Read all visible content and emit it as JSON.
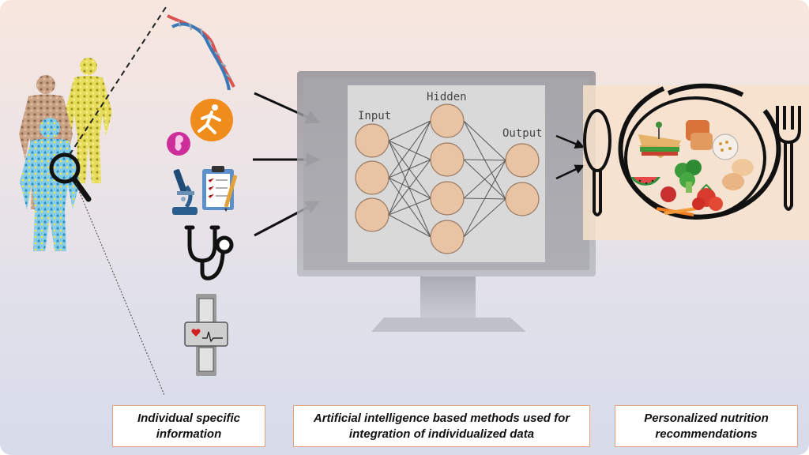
{
  "network": {
    "input_label": "Input",
    "hidden_label": "Hidden",
    "output_label": "Output",
    "input_nodes": 3,
    "hidden_nodes": 4,
    "output_nodes": 2
  },
  "captions": {
    "left_line1": "Individual specific",
    "left_line2": "information",
    "middle_line1": "Artificial intelligence based methods used for",
    "middle_line2": "integration of individualized data",
    "right_line1": "Personalized nutrition",
    "right_line2": "recommendations"
  },
  "colors": {
    "node_fill": "#e8c4a5",
    "node_stroke": "#9a7b63",
    "caption_border": "#e3a27b",
    "accent_orange": "#f08c1c",
    "accent_magenta": "#cc2f9a"
  },
  "icons": [
    "human-silhouettes-icon",
    "magnifier-icon",
    "dna-icon",
    "running-icon",
    "fetus-icon",
    "microscope-icon",
    "clipboard-icon",
    "stethoscope-icon",
    "wearable-monitor-icon",
    "monitor-icon",
    "spoon-icon",
    "plate-icon",
    "fork-icon"
  ]
}
